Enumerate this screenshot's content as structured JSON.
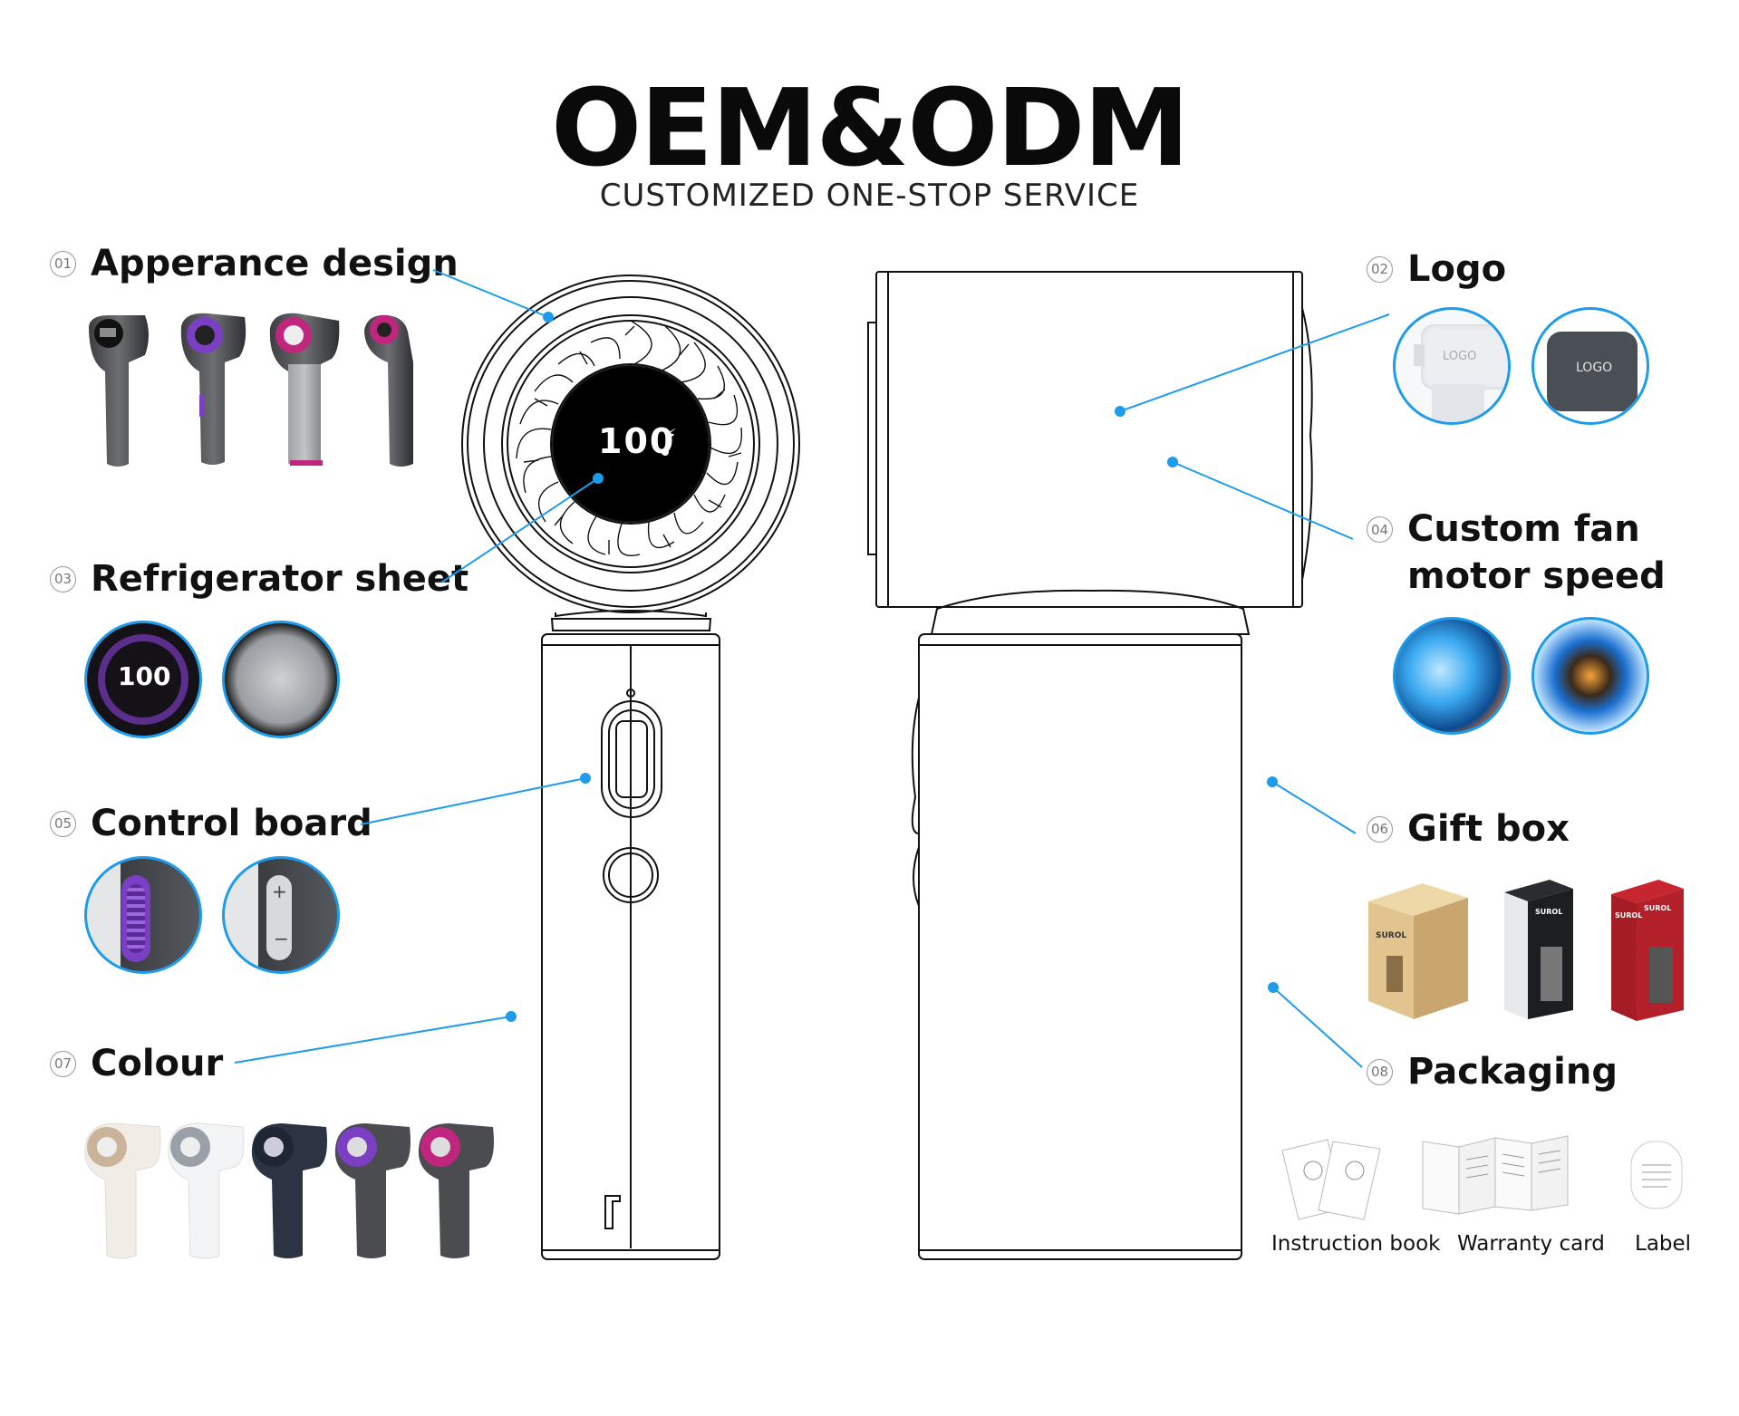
{
  "header": {
    "title": "OEM&ODM",
    "subtitle": "CUSTOMIZED ONE-STOP SERVICE"
  },
  "features": [
    {
      "num": "01",
      "label": "Apperance design"
    },
    {
      "num": "02",
      "label": "Logo"
    },
    {
      "num": "03",
      "label": "Refrigerator sheet"
    },
    {
      "num": "04",
      "label_line1": "Custom fan",
      "label_line2": "motor speed"
    },
    {
      "num": "05",
      "label": "Control board"
    },
    {
      "num": "06",
      "label": "Gift box"
    },
    {
      "num": "07",
      "label": "Colour"
    },
    {
      "num": "08",
      "label": "Packaging"
    }
  ],
  "logo_samples": [
    "LOGO",
    "LOGO"
  ],
  "display_readout": "100",
  "gift_box_brand": "SUROL",
  "packaging_items": [
    "Instruction book",
    "Warranty card",
    "Label"
  ],
  "colors": {
    "accent": "#1e9bea",
    "fan_dark": "#4a4c50",
    "purple": "#7b3fc4",
    "magenta": "#c0267e",
    "cream": "#f1ede6",
    "white": "#f3f4f6",
    "navy": "#2c3444",
    "kraft": "#e2c48f",
    "red_box": "#b3202a"
  }
}
